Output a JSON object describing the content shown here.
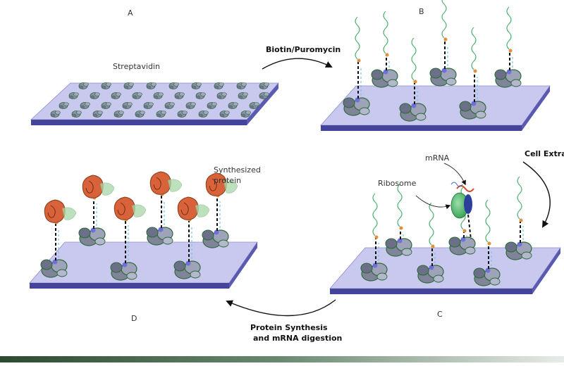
{
  "panels": {
    "a": "A",
    "b": "B",
    "c": "C",
    "d": "D"
  },
  "labels": {
    "streptavidin": "Streptavidin",
    "biotin_puromycin": "Biotin/Puromycin",
    "cell_extract": "Cell Extra",
    "mrna": "mRNA",
    "ribosome": "Ribosome",
    "synthesized_line1": "Synthesized",
    "synthesized_line2": "protein",
    "protein_synthesis_line1": "Protein Synthesis",
    "protein_synthesis_line2": "and mRNA digestion"
  },
  "colors": {
    "plate_top": "#c9c9ef",
    "plate_side": "#44449a",
    "strep_body": "#8a8fa8",
    "strep_edge": "#2f6a3a",
    "dna": "#53b273",
    "linker_cyan": "#74c4e4",
    "puromycin": "#e0903a",
    "protein": "#d8623a",
    "protein_tail": "#a8d8a8",
    "ribosome_green": "#2e9d4e",
    "ribosome_blue": "#2c3f9a",
    "mrna": "#d44a2a",
    "bottom_bar": "#2c4a30"
  }
}
